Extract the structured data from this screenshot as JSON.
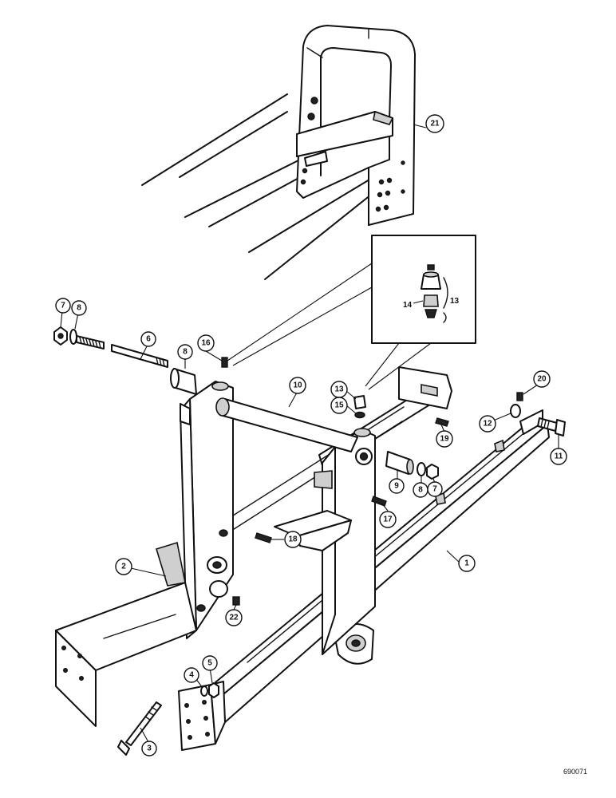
{
  "diagram": {
    "figure_code": "690071",
    "callouts": {
      "c1": "1",
      "c2": "2",
      "c3": "3",
      "c4": "4",
      "c5": "5",
      "c6": "6",
      "c7a": "7",
      "c7b": "7",
      "c8a": "8",
      "c8b": "8",
      "c8c": "8",
      "c9": "9",
      "c10": "10",
      "c11": "11",
      "c12": "12",
      "c13a": "13",
      "c13b": "13",
      "c14": "14",
      "c15": "15",
      "c16": "16",
      "c17": "17",
      "c18": "18",
      "c19": "19",
      "c20": "20",
      "c21": "21",
      "c22": "22"
    }
  }
}
